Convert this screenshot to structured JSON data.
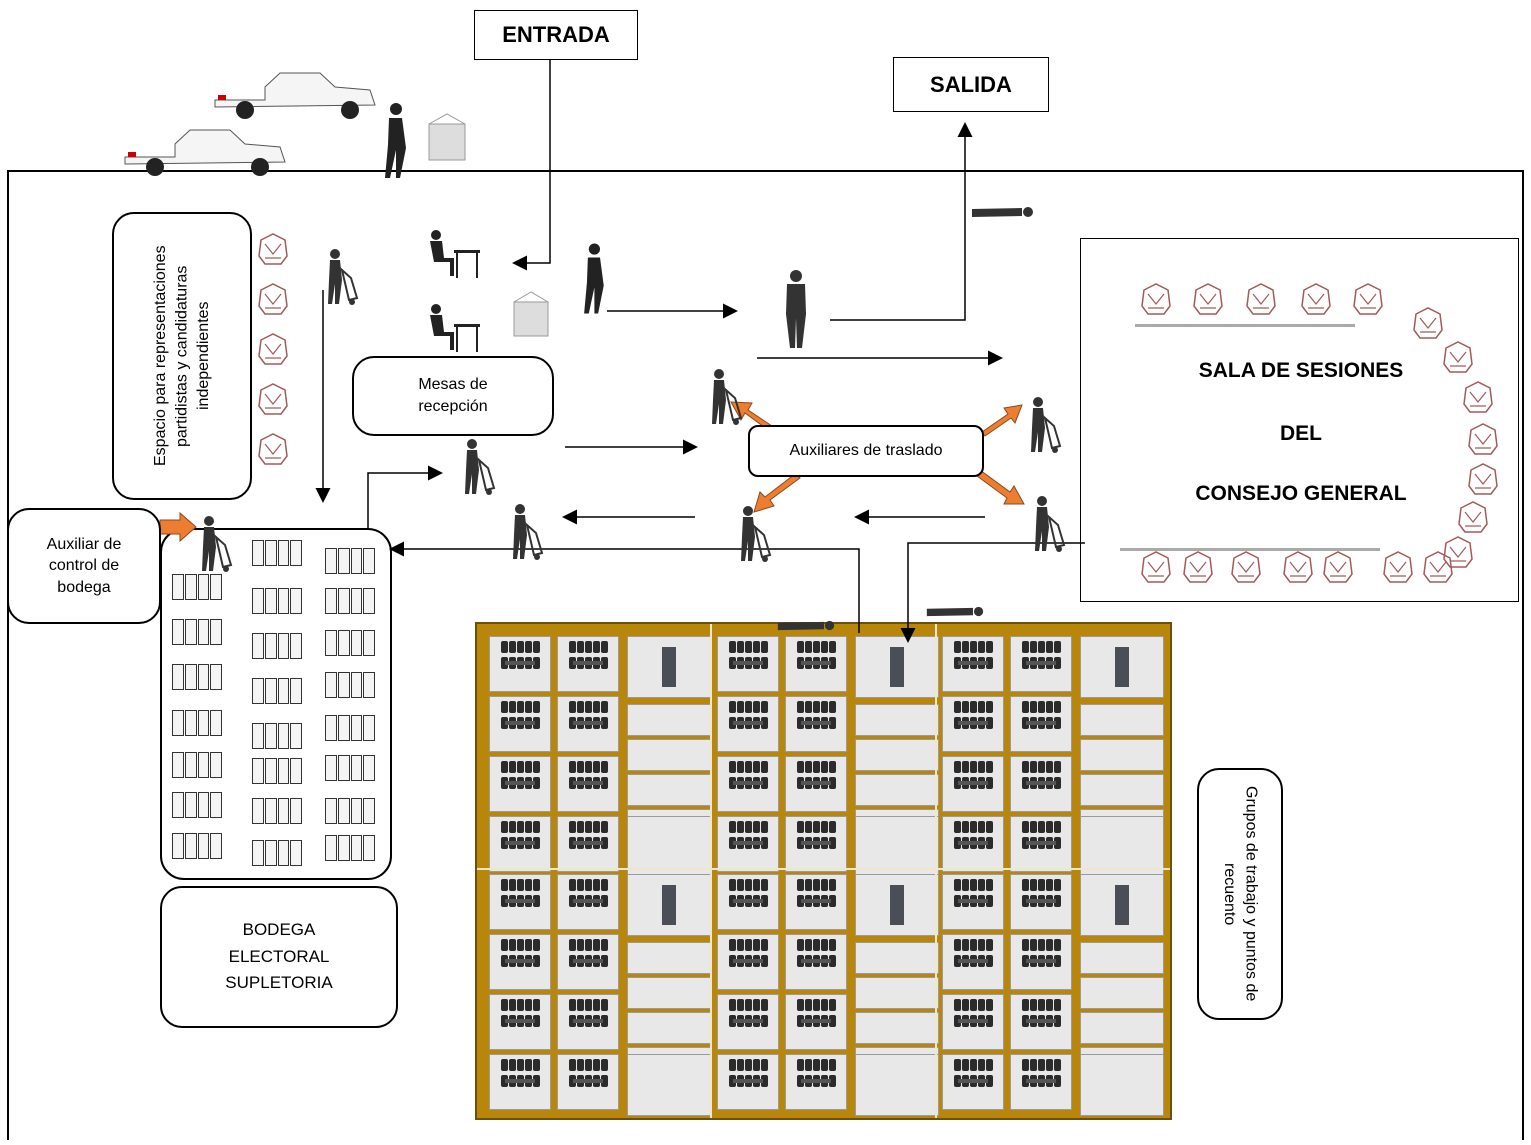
{
  "labels": {
    "entrada": "ENTRADA",
    "salida": "SALIDA",
    "espacio": "Espacio para representaciones partidistas y candidaturas independientes",
    "mesas": "Mesas de recepción",
    "auxiliares_traslado": "Auxiliares de traslado",
    "auxiliar_bodega": "Auxiliar de control de bodega",
    "bodega": "BODEGA ELECTORAL SUPLETORIA",
    "grupos": "Grupos de trabajo y puntos de recuento",
    "sala_line1": "SALA DE SESIONES",
    "sala_line2": "DEL",
    "sala_line3": "CONSEJO GENERAL"
  },
  "colors": {
    "accent_arrow": "#ed7d31",
    "grid_border": "#b8860b",
    "chair": "#a35a5a"
  },
  "icons": [
    "pickup-truck-icon",
    "walking-person-icon",
    "package-icon",
    "seated-clerk-icon",
    "cart-person-icon",
    "lying-person-icon",
    "chair-icon",
    "shelf-icon",
    "table-icon"
  ]
}
